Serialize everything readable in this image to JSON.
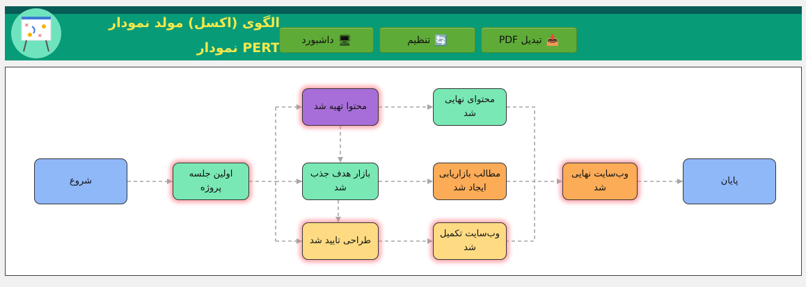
{
  "header": {
    "title": "الگوی (اکسل) مولد نمودار PERT نمودار",
    "buttons": {
      "dashboard": "داشبورد",
      "settings": "تنظیم",
      "convert_pdf": "تبدیل PDF"
    }
  },
  "diagram": {
    "nodes": {
      "start": "شروع",
      "kickoff": "اولین جلسه پروژه",
      "content_prepared": "محتوا تهیه شد",
      "content_final": "محتوای نهایی شد",
      "target_market": "بازار هدف جذب شد",
      "marketing_content": "مطالب بازاریابی ایجاد شد",
      "design_approved": "طراحی تایید شد",
      "website_complete": "وب‌سایت تکمیل شد",
      "website_final": "وب‌سایت نهایی شد",
      "end": "پایان"
    }
  },
  "colors": {
    "header_bg": "#089b78",
    "header_dark": "#075c56",
    "title": "#f3e84b",
    "button": "#5fab38",
    "node_blue": "#8fb8f9",
    "node_green": "#79e8b4",
    "node_purple": "#a76ed9",
    "node_orange": "#fcab57",
    "node_yellow": "#fedb83",
    "critical_glow": "#ff6e78"
  }
}
